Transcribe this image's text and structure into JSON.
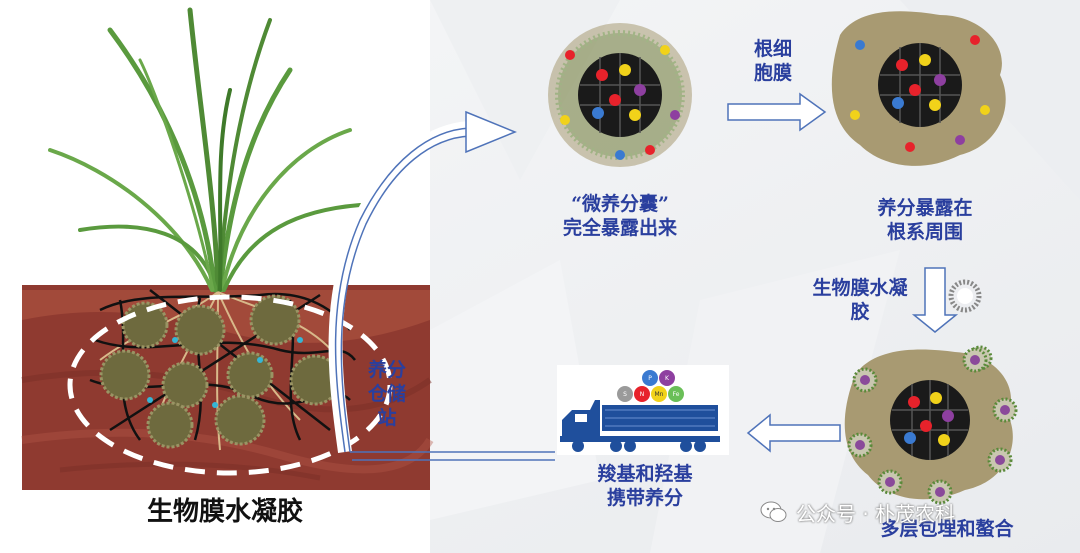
{
  "labels": {
    "micro_capsule": [
      "“微养分囊”",
      "完全暴露出来"
    ],
    "root_membrane": [
      "根细",
      "胞膜"
    ],
    "exposed_around_root": [
      "养分暴露在",
      "根系周围"
    ],
    "biofilm_hydrogel_step": [
      "生物膜水凝",
      "胶"
    ],
    "storage_station": [
      "养分",
      "仓储",
      "站"
    ],
    "carboxyl_carry": [
      "羧基和羟基",
      "携带养分"
    ],
    "multilayer_chelation": "多层包埋和螯合",
    "hydrogel_title": "生物膜水凝胶"
  },
  "truck_balls": [
    "P",
    "K",
    "S",
    "N",
    "Mn",
    "Fe"
  ],
  "watermark": "公众号 · 朴茂农科",
  "colors": {
    "label_blue": "#2a3f9e",
    "arrow_blue": "#4f73b9",
    "soil": "#8f3a30",
    "leaf_green": "#5a9a3e",
    "truck_blue": "#1f4f9c",
    "hydrogel_beige": "#a89a72"
  }
}
